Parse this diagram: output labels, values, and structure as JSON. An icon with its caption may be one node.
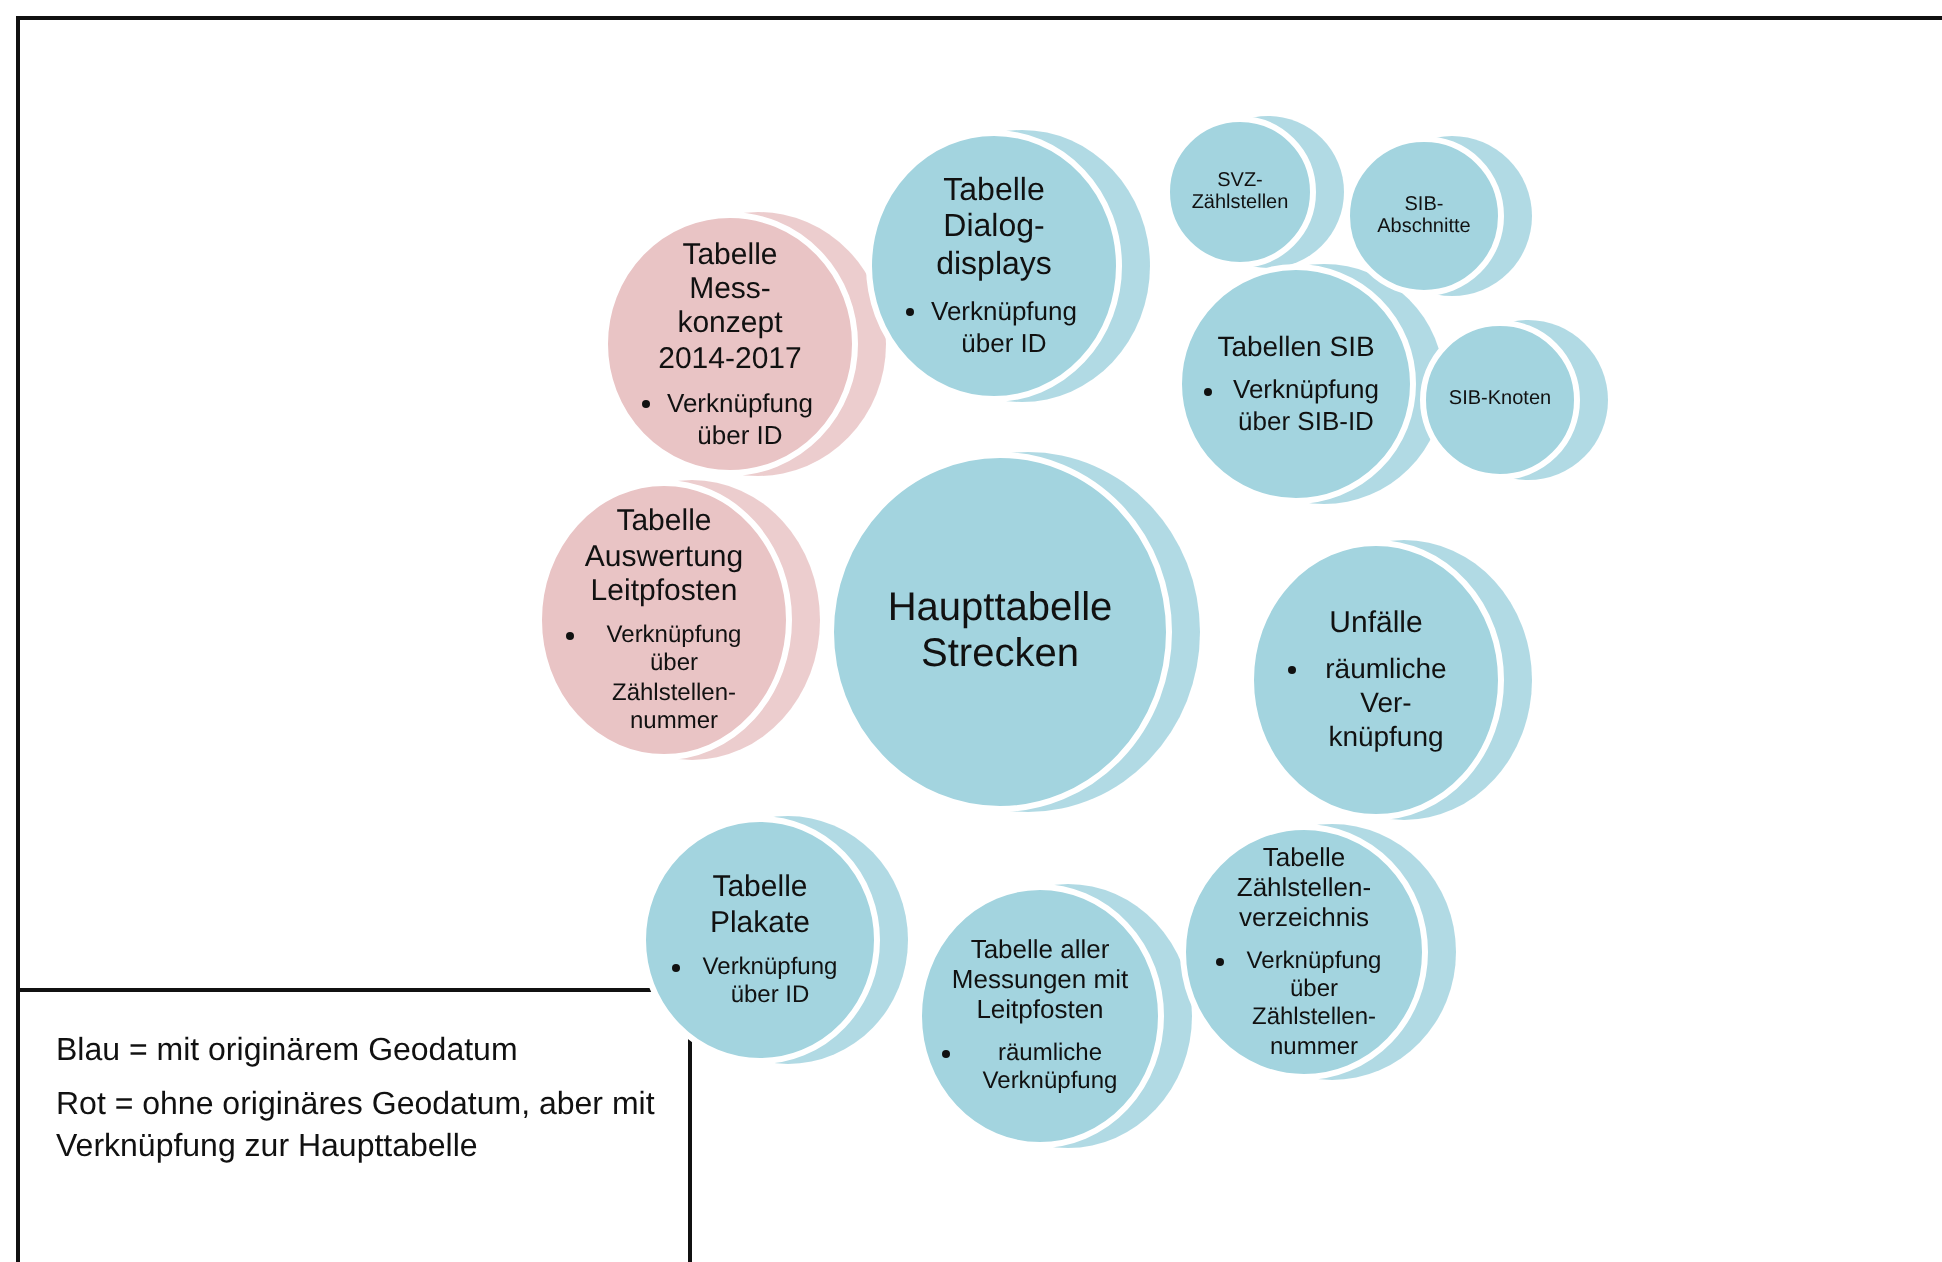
{
  "diagram": {
    "nodes": [
      {
        "text": [
          "Tabelle Dialog-displays",
          "Verknüpfung über ID"
        ]
      },
      {
        "text": [
          "SVZ-Zählstellen"
        ]
      },
      {
        "text": [
          "SIB-Abschnitte"
        ]
      },
      {
        "text": [
          "Tabelle Mess-konzept 2014-2017",
          "Verknüpfung über ID"
        ]
      },
      {
        "text": [
          "Tabellen SIB",
          "Verknüpfung über SIB-ID"
        ]
      },
      {
        "text": [
          "SIB-Knoten"
        ]
      },
      {
        "text": [
          "Tabelle Auswertung Leitpfosten",
          "Verknüpfung über Zählstellen-nummer"
        ]
      },
      {
        "text": [
          "Haupttabelle Strecken"
        ]
      },
      {
        "text": [
          "Unfälle",
          "räumliche Ver-knüpfung"
        ]
      },
      {
        "text": [
          "Tabelle Zählstellen-verzeichnis",
          "Verknüpfung über Zählstellen-nummer"
        ]
      },
      {
        "text": [
          "Tabelle Plakate",
          "Verknüpfung über ID"
        ]
      },
      {
        "text": [
          "Tabelle aller Messungen mit Leitpfosten",
          "räumliche Verknüpfung"
        ]
      }
    ],
    "labels": [
      "Blau = mit originärem Geodatum",
      "Rot = ohne originäres Geodatum, aber mit Verknüpfung zur Haupttabelle"
    ]
  }
}
